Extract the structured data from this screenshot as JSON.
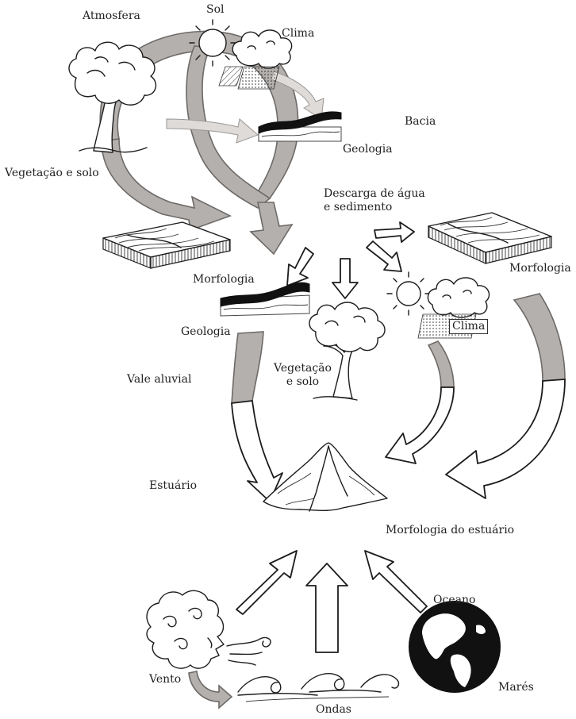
{
  "labels": {
    "atmosfera": "Atmosfera",
    "sol": "Sol",
    "clima_top": "Clima",
    "bacia": "Bacia",
    "geologia_top": "Geologia",
    "vegetacao_solo_top": "Vegetação e solo",
    "descarga": "Descarga de água\ne sedimento",
    "morfologia_left": "Morfologia",
    "morfologia_right": "Morfologia",
    "clima_mid": "Clima",
    "geologia_mid": "Geologia",
    "vale_aluvial": "Vale aluvial",
    "vegetacao_solo_mid": "Vegetação\ne solo",
    "estuario": "Estuário",
    "morfologia_estuario": "Morfologia do estuário",
    "oceano": "Oceano",
    "vento": "Vento",
    "mares": "Marés",
    "ondas": "Ondas"
  },
  "icons": [
    "sun-icon",
    "cloud-icon",
    "rain-icon",
    "tree-icon",
    "terrain-block-icon",
    "geology-section-icon",
    "estuary-delta-icon",
    "globe-icon",
    "wind-face-icon",
    "waves-icon"
  ],
  "colors": {
    "cycle_arrows": "#b4b0ad",
    "outline": "#1c1c1c",
    "background": "#ffffff"
  }
}
